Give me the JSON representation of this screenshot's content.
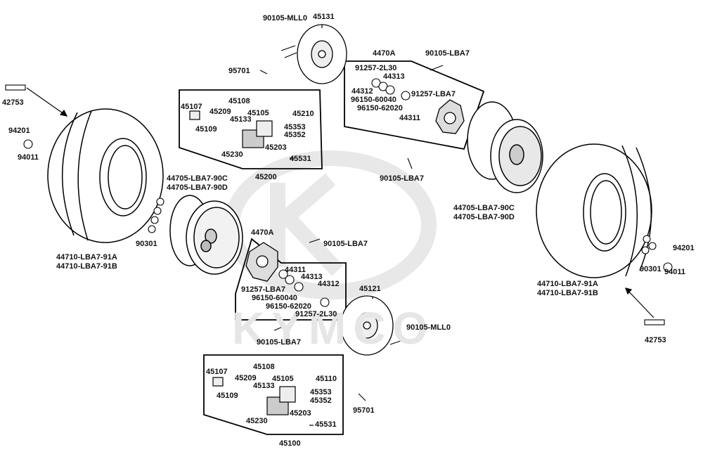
{
  "watermark": "KYMCO",
  "parts": {
    "p90105_mll0_top": "90105-MLL0",
    "p45131": "45131",
    "p95701_top": "95701",
    "p4470a_right_box": "4470A",
    "p90105_lba7_top_right": "90105-LBA7",
    "p91257_2l30_top": "91257-2L30",
    "p44313_top": "44313",
    "p44312_top": "44312",
    "p91257_lba7_top": "91257-LBA7",
    "p96150_60040_top": "96150-60040",
    "p96150_62020_top": "96150-62020",
    "p44311_top": "44311",
    "p42753_left": "42753",
    "p94201_left": "94201",
    "p94011_left": "94011",
    "p45108_top": "45108",
    "p45107_top": "45107",
    "p45209_top": "45209",
    "p45105_top": "45105",
    "p45210_top": "45210",
    "p45109_top": "45109",
    "p45133_top": "45133",
    "p45353_top": "45353",
    "p45352_top": "45352",
    "p45203_top": "45203",
    "p45230_top": "45230",
    "p45531_top": "45531",
    "p45200": "45200",
    "p90105_lba7_mid": "90105-LBA7",
    "p44705_90c_left": "44705-LBA7-90C",
    "p44705_90d_left": "44705-LBA7-90D",
    "p44705_90c_right": "44705-LBA7-90C",
    "p44705_90d_right": "44705-LBA7-90D",
    "p4470a_left_box": "4470A",
    "p90105_lba7_mid2": "90105-LBA7",
    "p90301_left": "90301",
    "p44710_91a_left": "44710-LBA7-91A",
    "p44710_91b_left": "44710-LBA7-91B",
    "p44311_bottom": "44311",
    "p44313_bottom": "44313",
    "p44312_bottom": "44312",
    "p91257_lba7_bottom": "91257-LBA7",
    "p96150_60040_bottom": "96150-60040",
    "p96150_62020_bottom": "96150-62020",
    "p91257_2l30_bottom": "91257-2L30",
    "p45121": "45121",
    "p90105_mll0_bottom": "90105-MLL0",
    "p90105_lba7_bottom": "90105-LBA7",
    "p94201_right": "94201",
    "p90301_right": "90301",
    "p94011_right": "94011",
    "p44710_91a_right": "44710-LBA7-91A",
    "p44710_91b_right": "44710-LBA7-91B",
    "p42753_right": "42753",
    "p45108_bottom": "45108",
    "p45107_bottom": "45107",
    "p45209_bottom": "45209",
    "p45105_bottom": "45105",
    "p45110_bottom": "45110",
    "p45109_bottom": "45109",
    "p45133_bottom": "45133",
    "p45353_bottom": "45353",
    "p45352_bottom": "45352",
    "p45203_bottom": "45203",
    "p45230_bottom": "45230",
    "p45531_bottom": "45531",
    "p95701_bottom": "95701",
    "p45100": "45100"
  }
}
